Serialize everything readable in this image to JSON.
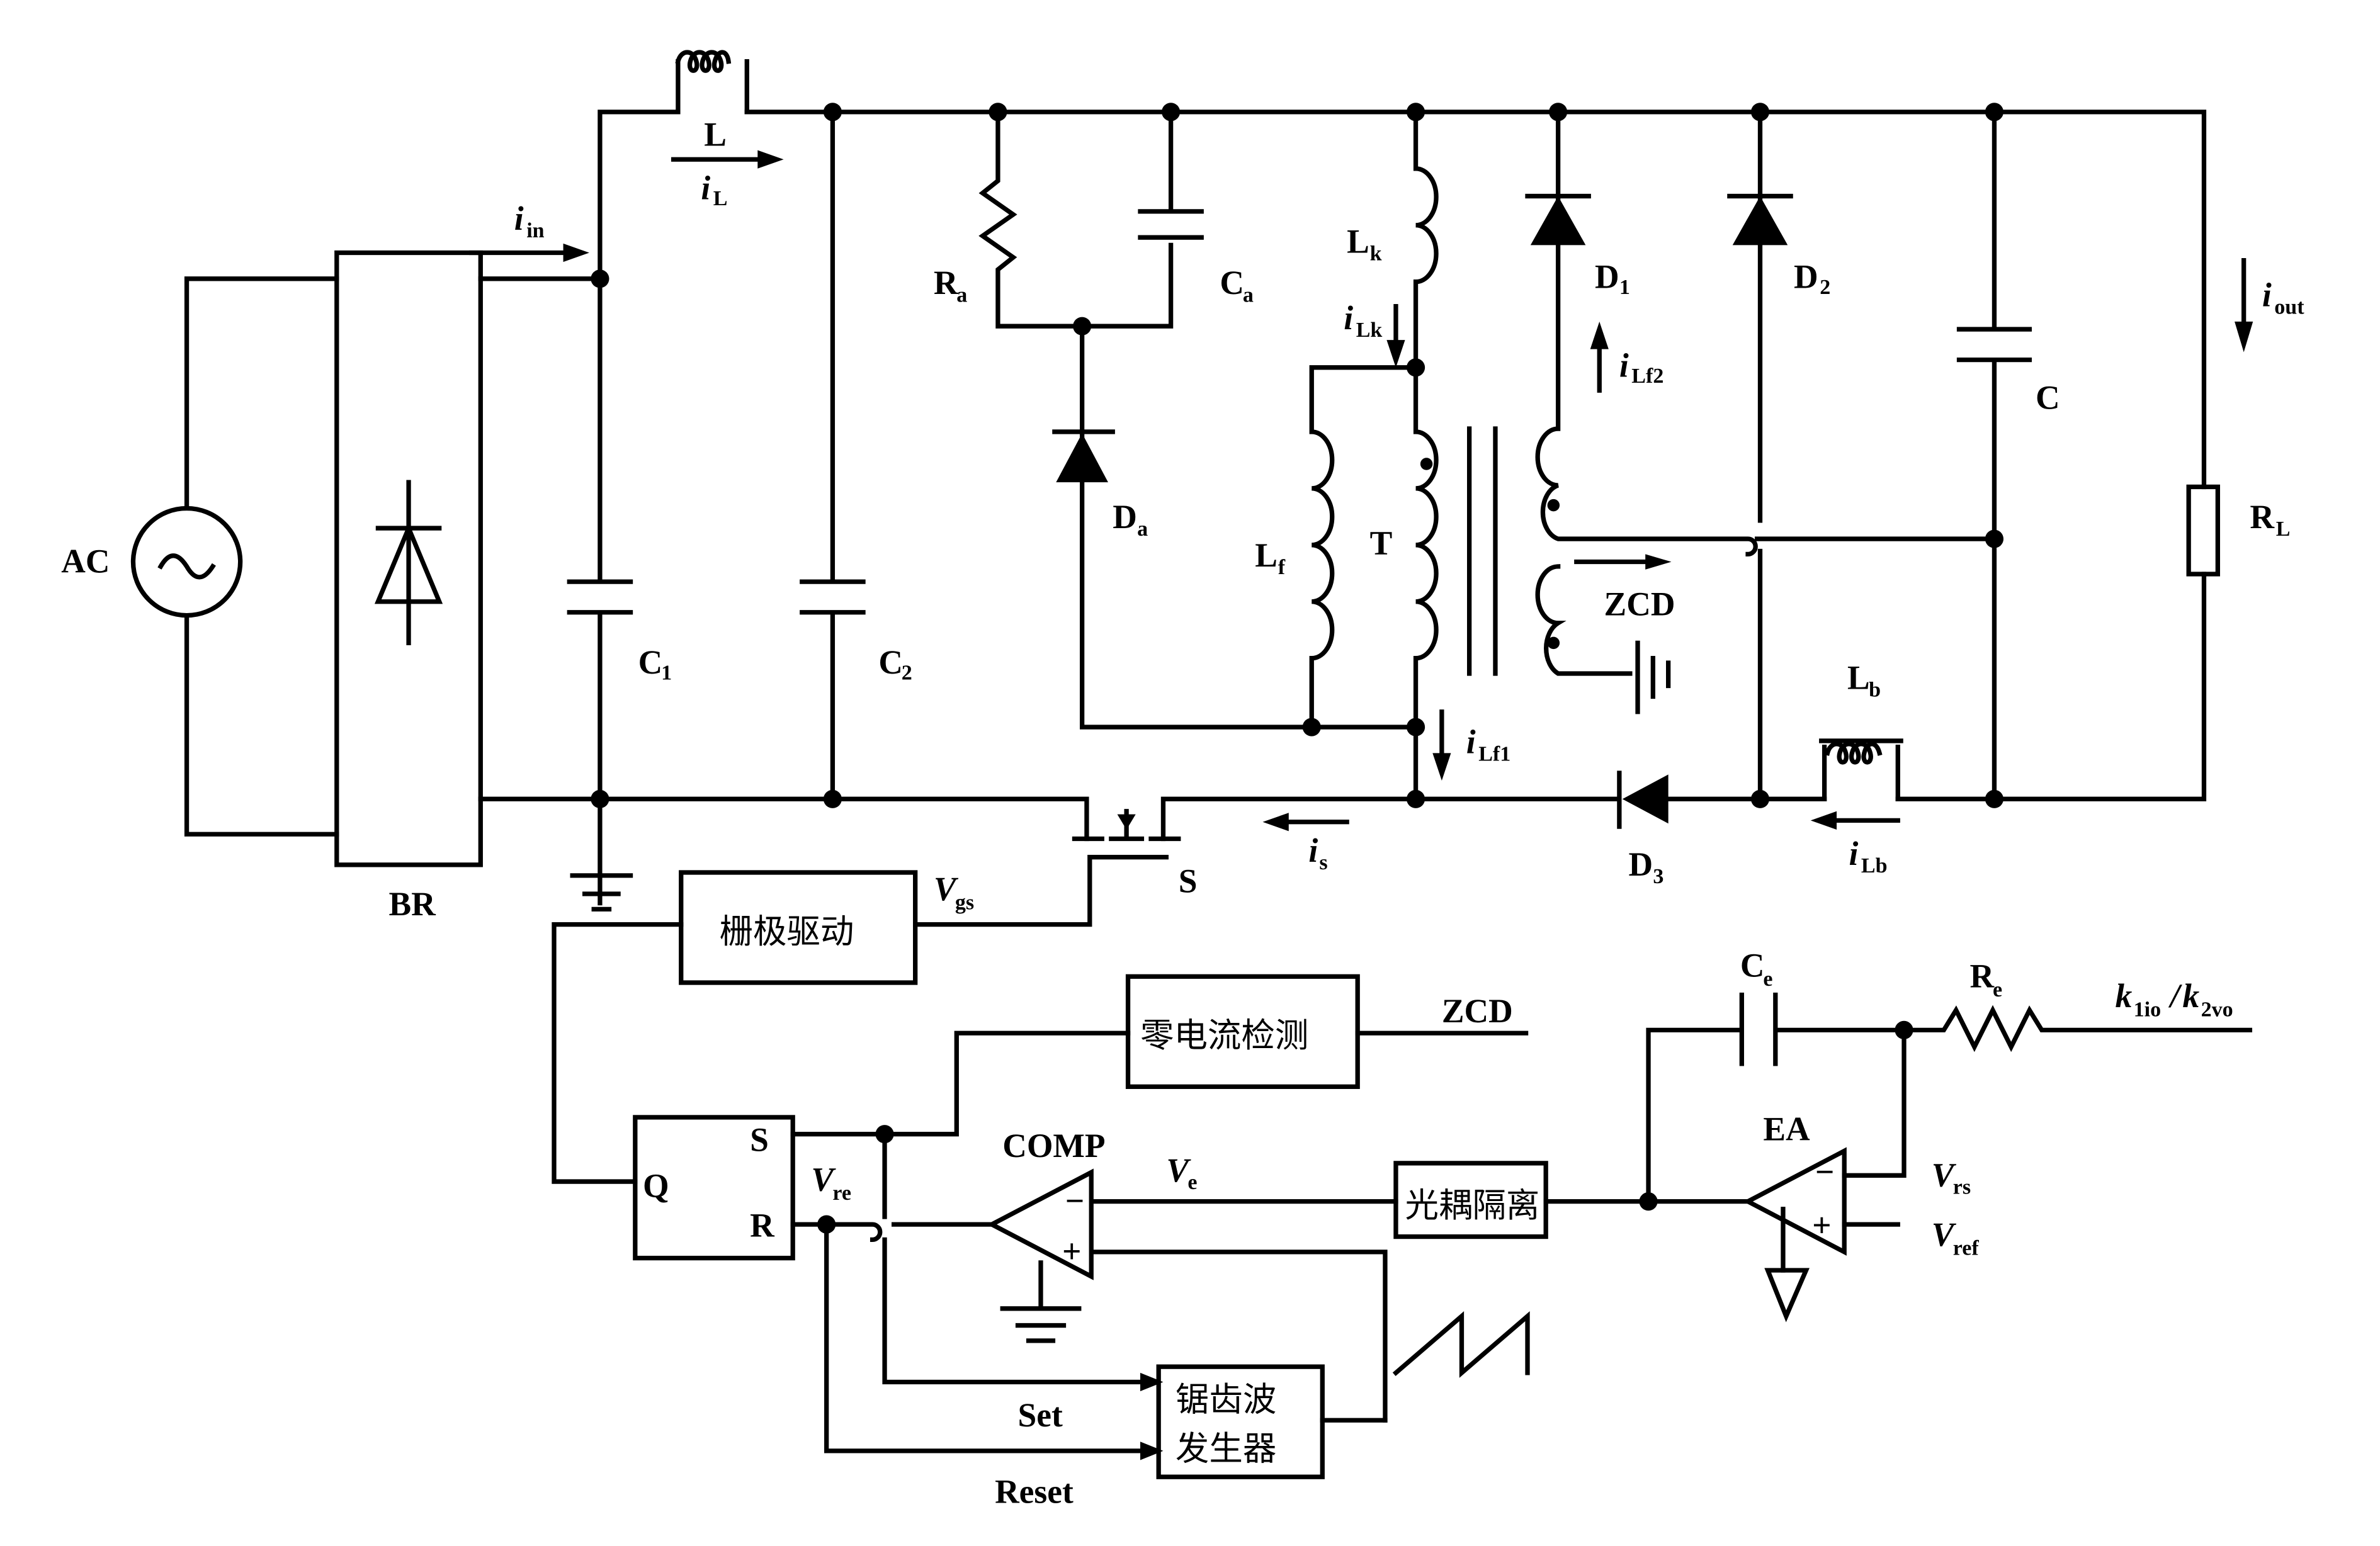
{
  "labels": {
    "ac": "AC",
    "br": "BR",
    "L": "L",
    "iL": "i",
    "iL_sub": "L",
    "iin": "i",
    "iin_sub": "in",
    "C1": "C",
    "C1_sub": "1",
    "C2": "C",
    "C2_sub": "2",
    "Ra": "R",
    "Ra_sub": "a",
    "Ca": "C",
    "Ca_sub": "a",
    "Da": "D",
    "Da_sub": "a",
    "Lk": "L",
    "Lk_sub": "k",
    "iLk": "i",
    "iLk_sub": "Lk",
    "Lf": "L",
    "Lf_sub": "f",
    "T": "T",
    "iLf1": "i",
    "iLf1_sub": "Lf1",
    "D1": "D",
    "D1_sub": "1",
    "iLf2": "i",
    "iLf2_sub": "Lf2",
    "D2": "D",
    "D2_sub": "2",
    "C": "C",
    "iout": "i",
    "iout_sub": "out",
    "RL": "R",
    "RL_sub": "L",
    "ZCD": "ZCD",
    "Lb": "L",
    "Lb_sub": "b",
    "iLb": "i",
    "iLb_sub": "Lb",
    "D3": "D",
    "D3_sub": "3",
    "is": "i",
    "is_sub": "s",
    "S": "S",
    "Vgs": "V",
    "Vgs_sub": "gs",
    "gate_driver": "栅极驱动",
    "zcd_block": "零电流检测",
    "zcd_out": "ZCD",
    "ff_Q": "Q",
    "ff_S": "S",
    "ff_R": "R",
    "Vre": "V",
    "Vre_sub": "re",
    "comp": "COMP",
    "Ve": "V",
    "Ve_sub": "e",
    "opto": "光耦隔离",
    "Ce": "C",
    "Ce_sub": "e",
    "Re": "R",
    "Re_sub": "e",
    "k1": "k",
    "k1_sub": "1io",
    "slash": "/",
    "k2": "k",
    "k2_sub": "2vo",
    "EA": "EA",
    "Vrs": "V",
    "Vrs_sub": "rs",
    "Vref": "V",
    "Vref_sub": "ref",
    "saw_l1": "锯齿波",
    "saw_l2": "发生器",
    "set": "Set",
    "reset": "Reset",
    "minus": "−",
    "plus": "+"
  }
}
